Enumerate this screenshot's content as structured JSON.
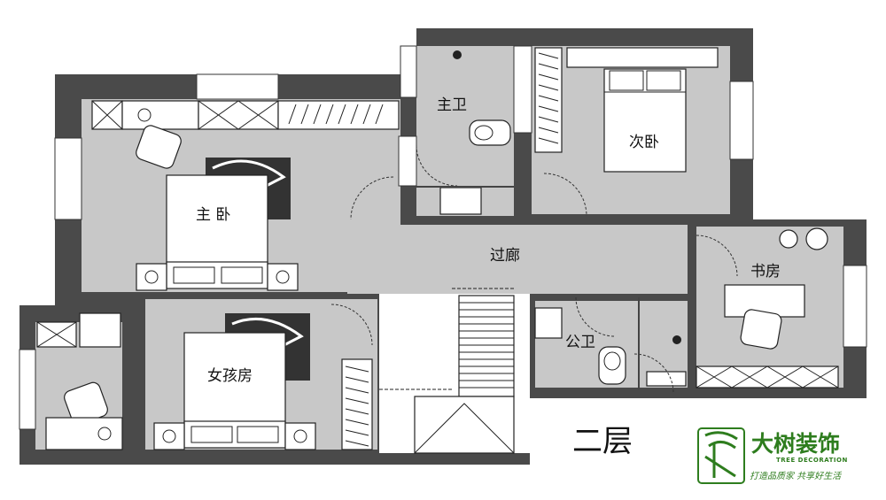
{
  "rooms": {
    "master_bedroom": "主 卧",
    "master_bath": "主卫",
    "second_bedroom": "次卧",
    "corridor": "过廊",
    "study": "书房",
    "girls_room": "女孩房",
    "public_bath": "公卫"
  },
  "floor_label": "二层",
  "brand": {
    "name": "大树装饰",
    "subtitle": "TREE DECORATION",
    "slogan": "打造品质家  共享好生活"
  },
  "colors": {
    "wall": "#4a4a4a",
    "floor": "#c8c8c8",
    "brand_green": "#2e7d1e"
  }
}
